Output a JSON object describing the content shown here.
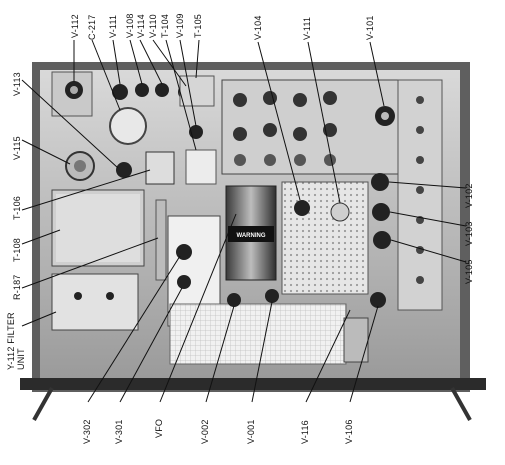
{
  "figure": {
    "labels": {
      "v112": "V-112",
      "c217": "C-217",
      "v111_top": "V-111",
      "v108": "V-108",
      "v114": "V-114",
      "v110": "V-110",
      "t104": "T-104",
      "v109": "V-109",
      "t105": "T-105",
      "v104": "V-104",
      "v111_mid": "V-111",
      "v101": "V-101",
      "v113": "V-113",
      "v115": "V-115",
      "t106": "T-106",
      "t108": "T-108",
      "r187": "R-187",
      "filter_unit": "Y-112 FILTER UNIT",
      "v102": "V-102",
      "v103": "V-103",
      "v105": "V-105",
      "v302": "V-302",
      "v301": "V-301",
      "vfo": "VFO",
      "v002": "V-002",
      "v001": "V-001",
      "v116": "V-116",
      "v106": "V-106",
      "warning": "WARNING"
    }
  }
}
